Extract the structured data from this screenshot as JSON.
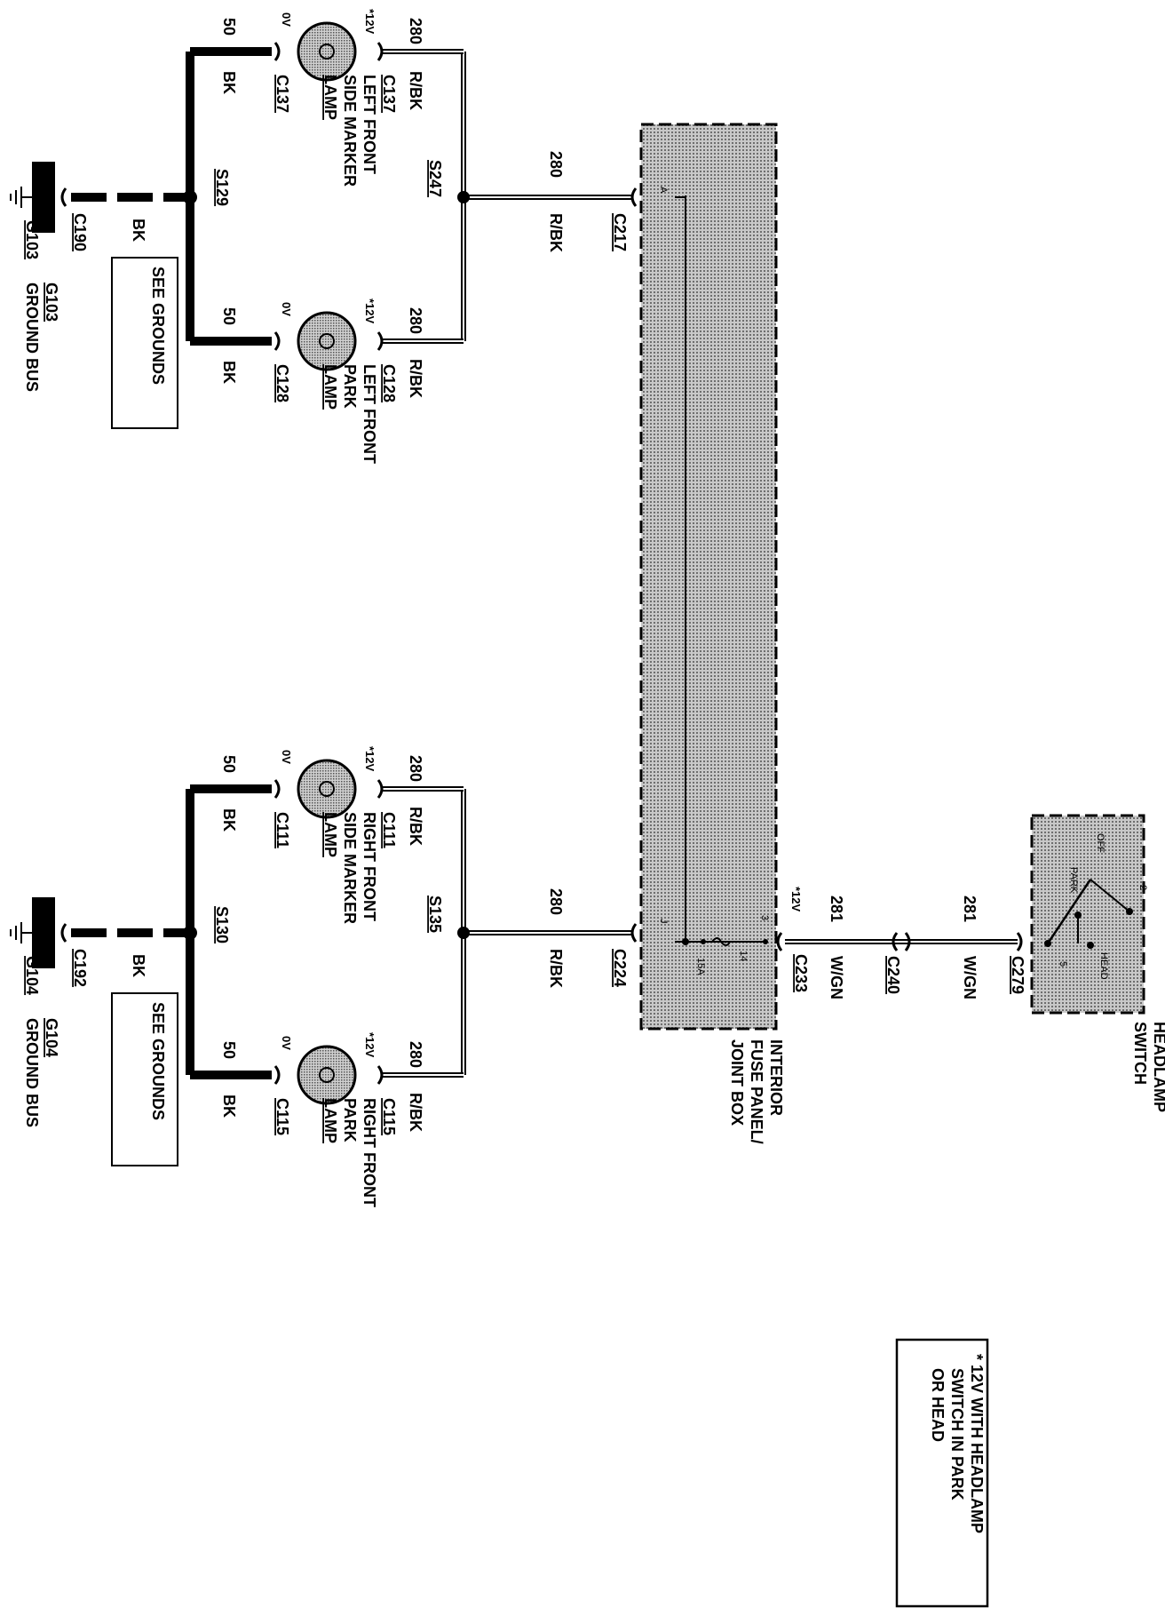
{
  "colors": {
    "wire": "#000000",
    "module_fill": "#a8a8a8",
    "lamp_fill": "#b5b5b5",
    "background": "#ffffff"
  },
  "wires": {
    "w280": "280",
    "w50": "50",
    "w281": "281",
    "rbk": "R/BK",
    "bk": "BK",
    "wgn": "W/GN",
    "v12": "*12V",
    "v0": "0V"
  },
  "connectors": {
    "c137": "C137",
    "c128": "C128",
    "c111": "C111",
    "c115": "C115",
    "c190": "C190",
    "c192": "C192",
    "c217": "C217",
    "c224": "C224",
    "c233": "C233",
    "c240": "C240",
    "c279": "C279"
  },
  "splices": {
    "s247": "S247",
    "s129": "S129",
    "s135": "S135",
    "s130": "S130"
  },
  "grounds": {
    "g103": "G103",
    "g103_bus": "G103",
    "g103_bus_label": "GROUND BUS",
    "g104": "G104",
    "g104_bus": "G104",
    "g104_bus_label": "GROUND BUS",
    "see_grounds": "SEE GROUNDS"
  },
  "lamps": {
    "lf_side": [
      "LEFT FRONT",
      "SIDE MARKER",
      "LAMP"
    ],
    "lf_park": [
      "LEFT FRONT",
      "PARK",
      "LAMP"
    ],
    "rf_side": [
      "RIGHT FRONT",
      "SIDE MARKER",
      "LAMP"
    ],
    "rf_park": [
      "RIGHT FRONT",
      "PARK",
      "LAMP"
    ]
  },
  "fuse_panel": {
    "label": [
      "INTERIOR",
      "FUSE PANEL/",
      "JOINT BOX"
    ],
    "pin_a": "A",
    "pin_j": "J",
    "pin_3": "3",
    "fuse_a": "15A",
    "fuse_b": "14"
  },
  "headlamp_switch": {
    "label": [
      "HEADLAMP",
      "SWITCH"
    ],
    "off": "OFF",
    "park": "PARK",
    "head": "HEAD",
    "pin_2": "2",
    "pin_5": "5"
  },
  "note": [
    "* 12V WITH HEADLAMP",
    "SWITCH IN PARK",
    "OR HEAD"
  ]
}
